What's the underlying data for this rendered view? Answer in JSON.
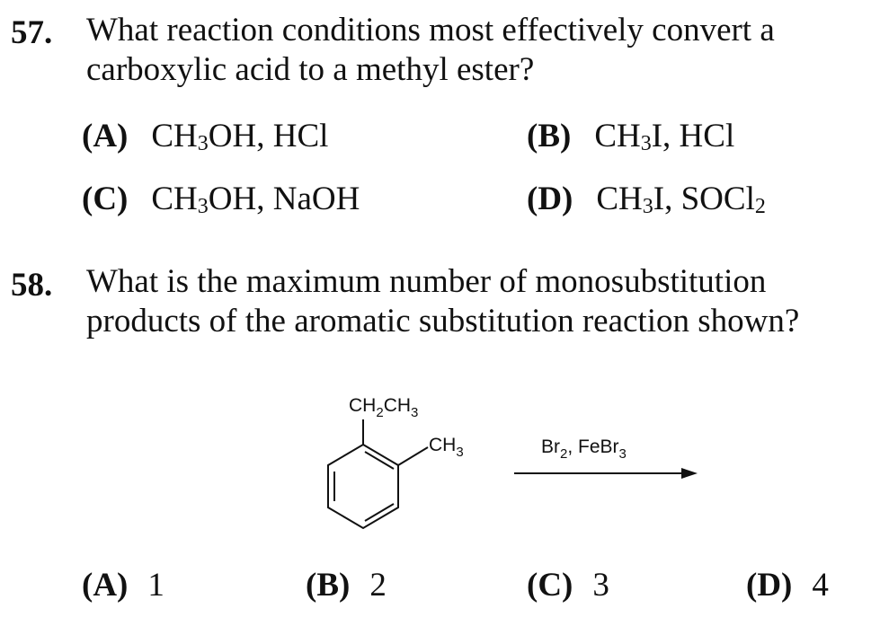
{
  "q57": {
    "number": "57.",
    "line1": "What reaction conditions most effectively convert a",
    "line2": "carboxylic acid to a methyl ester?",
    "options": [
      {
        "letter": "(A)",
        "parts": [
          {
            "t": "CH"
          },
          {
            "sub": "3"
          },
          {
            "t": "OH, HCl"
          }
        ]
      },
      {
        "letter": "(B)",
        "parts": [
          {
            "t": "CH"
          },
          {
            "sub": "3"
          },
          {
            "t": "I, HCl"
          }
        ]
      },
      {
        "letter": "(C)",
        "parts": [
          {
            "t": "CH"
          },
          {
            "sub": "3"
          },
          {
            "t": "OH, NaOH"
          }
        ]
      },
      {
        "letter": "(D)",
        "parts": [
          {
            "t": "CH"
          },
          {
            "sub": "3"
          },
          {
            "t": "I, SOCl"
          },
          {
            "sub": "2"
          }
        ]
      }
    ]
  },
  "q58": {
    "number": "58.",
    "line1": "What is the maximum number of monosubstitution",
    "line2": "products of the aromatic substitution reaction shown?",
    "diagram": {
      "top_group": {
        "a": "CH",
        "a_sub": "2",
        "b": "CH",
        "b_sub": "3"
      },
      "side_group": {
        "a": "CH",
        "a_sub": "3"
      },
      "reagent": {
        "a": "Br",
        "a_sub": "2",
        "sep": ", FeBr",
        "b_sub": "3"
      }
    },
    "options": [
      {
        "letter": "(A)",
        "value": "1"
      },
      {
        "letter": "(B)",
        "value": "2"
      },
      {
        "letter": "(C)",
        "value": "3"
      },
      {
        "letter": "(D)",
        "value": "4"
      }
    ]
  }
}
